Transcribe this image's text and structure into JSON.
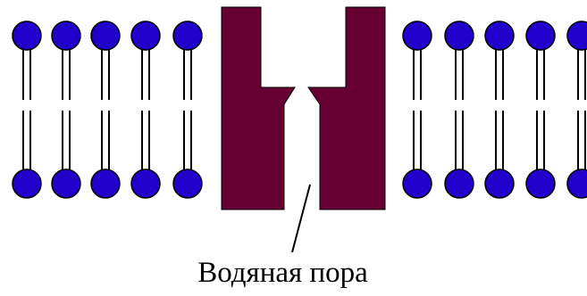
{
  "caption": "Водяная пора",
  "colors": {
    "lipid_head": "#2200cc",
    "lipid_head_stroke": "#000000",
    "lipid_tail": "#000000",
    "channel_protein": "#660033",
    "background": "#ffffff",
    "pointer_line": "#000000"
  },
  "legend_icons": {
    "lipid_head": "circle",
    "channel": "protein-block"
  }
}
